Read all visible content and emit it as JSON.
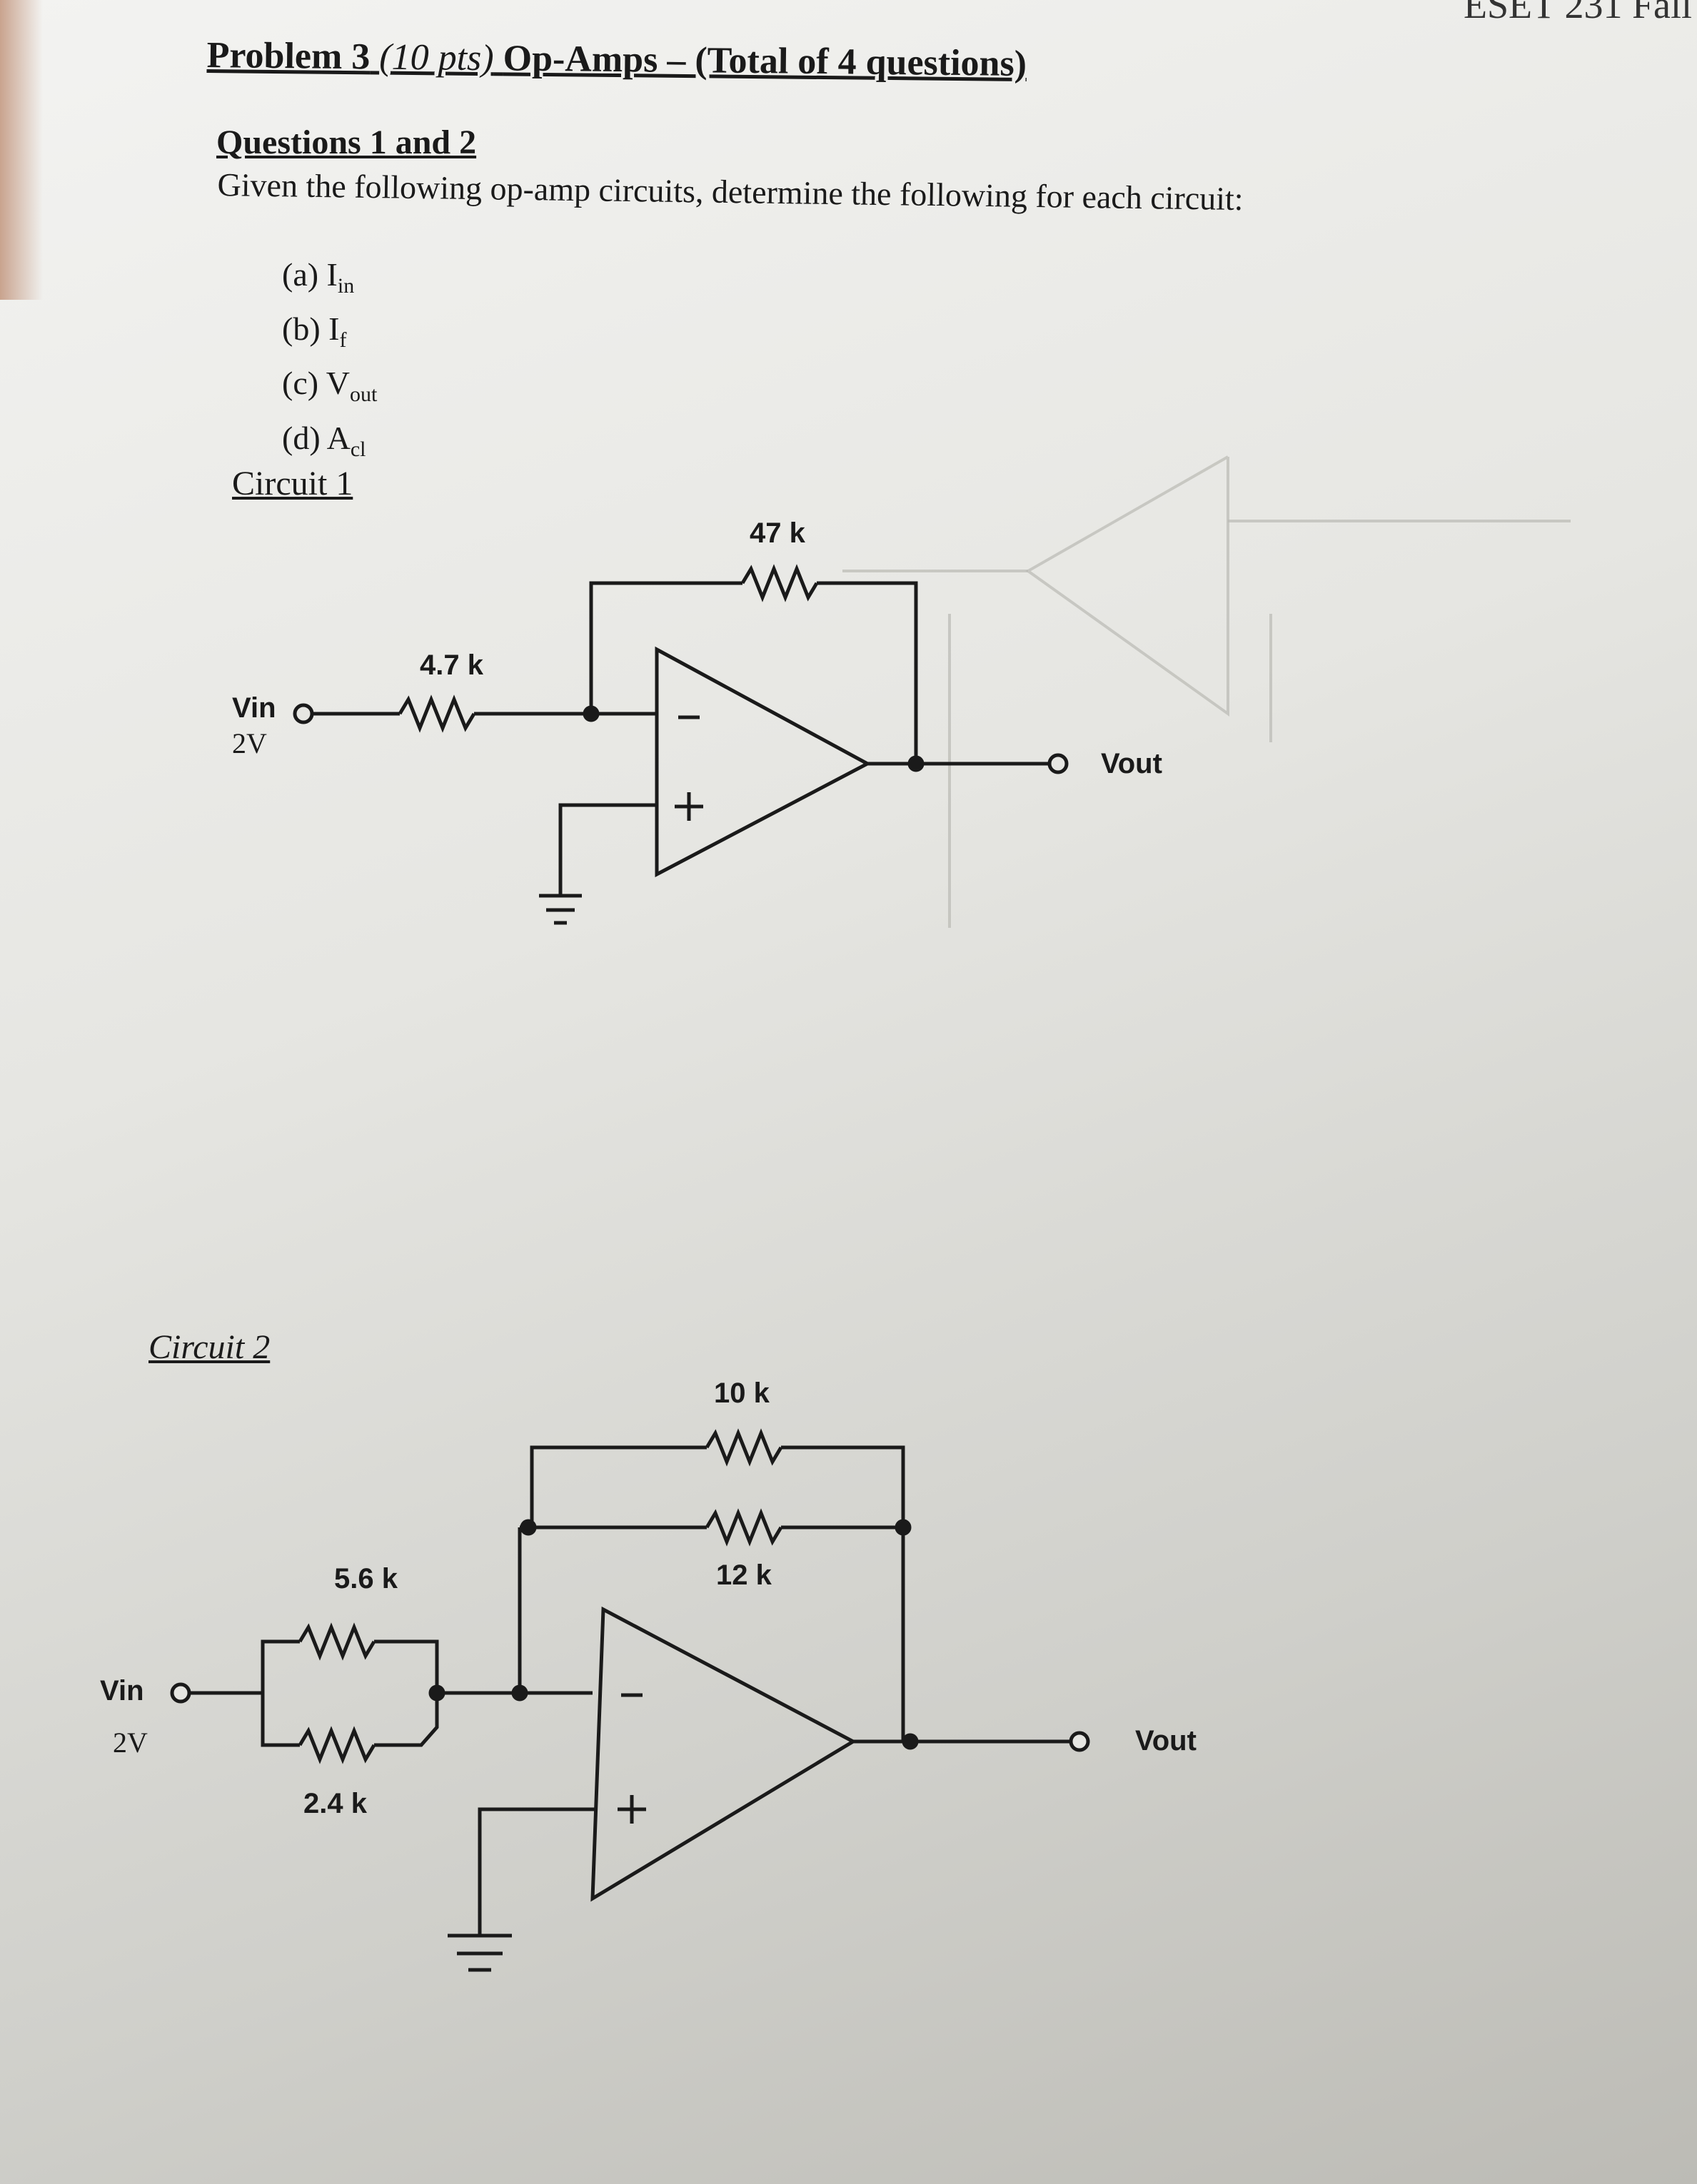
{
  "header": {
    "fragment": "ESET 231 Fall",
    "title_main": "Problem 3",
    "title_pts": "(10 pts)",
    "title_rest": "Op-Amps – (Total of 4 questions)",
    "subhead": "Questions 1 and 2",
    "instruction": "Given the following op-amp circuits, determine the following for each circuit:"
  },
  "questions": [
    {
      "prefix": "(a) I",
      "sub": "in"
    },
    {
      "prefix": "(b) I",
      "sub": "f"
    },
    {
      "prefix": "(c) V",
      "sub": "out"
    },
    {
      "prefix": "(d) A",
      "sub": "cl"
    }
  ],
  "circuit1": {
    "label": "Circuit 1",
    "rf": "47 k",
    "rin": "4.7 k",
    "vin_label": "Vin",
    "vin_value": "2V",
    "vout_label": "Vout",
    "minus": "−",
    "plus": "+"
  },
  "circuit2": {
    "label": "Circuit 2",
    "rf1": "10 k",
    "rf2": "12 k",
    "rin1": "5.6 k",
    "rin2": "2.4 k",
    "vin_label": "Vin",
    "vin_value": "2V",
    "vout_label": "Vout",
    "minus": "−",
    "plus": "+"
  },
  "colors": {
    "ink": "#1a1a1a",
    "paper": "#e6e6e2"
  }
}
